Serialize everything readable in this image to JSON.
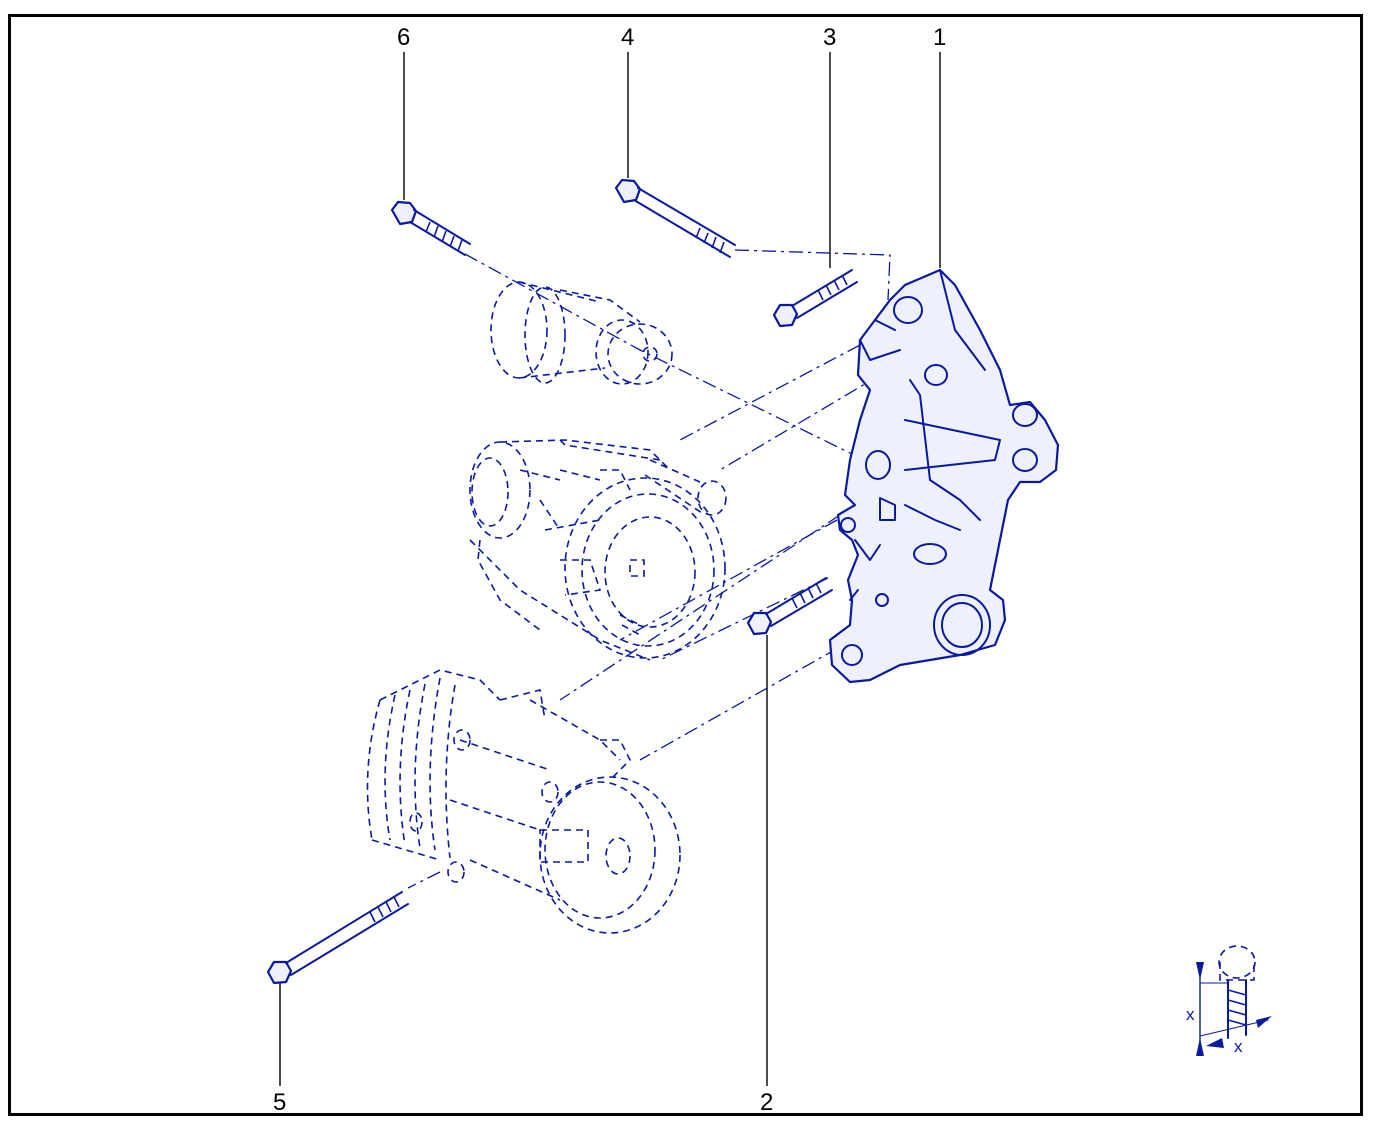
{
  "diagram": {
    "callouts": [
      {
        "id": "1",
        "label": "1"
      },
      {
        "id": "2",
        "label": "2"
      },
      {
        "id": "3",
        "label": "3"
      },
      {
        "id": "4",
        "label": "4"
      },
      {
        "id": "5",
        "label": "5"
      },
      {
        "id": "6",
        "label": "6"
      }
    ],
    "legend": {
      "length_mark": "x",
      "diameter_mark": "x"
    },
    "colors": {
      "line": "#0a1aa0",
      "fill": "#eef0fb",
      "frame": "#000000"
    }
  }
}
